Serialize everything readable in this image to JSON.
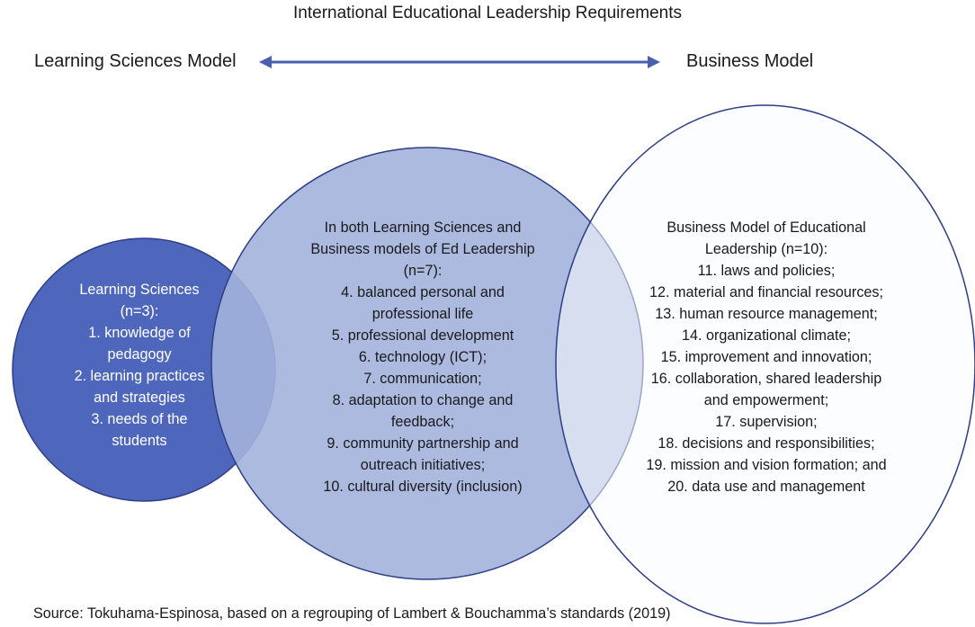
{
  "title": "International Educational Leadership Requirements",
  "models": {
    "left_label": "Learning Sciences Model",
    "right_label": "Business Model"
  },
  "colors": {
    "arrow": "#4a5fb0",
    "left_circle_fill": "#4e67bd",
    "middle_circle_fill": "#a3b2dd",
    "right_circle_fill": "#fafbfe",
    "circle_stroke": "#2d3f86"
  },
  "circles": {
    "learning_sciences": {
      "lines": [
        "Learning Sciences",
        "(n=3):",
        "1. knowledge of",
        "pedagogy",
        "2. learning practices",
        "and strategies",
        "3. needs of the",
        "students"
      ]
    },
    "both": {
      "lines": [
        "In both Learning Sciences and",
        "Business models of Ed Leadership",
        "(n=7):",
        "4. balanced personal and",
        "professional life",
        "5. professional development",
        "6. technology (ICT);",
        "7. communication;",
        "8. adaptation to change and",
        "feedback;",
        "9. community partnership and",
        "outreach initiatives;",
        "10. cultural diversity (inclusion)"
      ]
    },
    "business": {
      "lines": [
        "Business Model of Educational",
        "Leadership (n=10):",
        "11. laws and policies;",
        "12. material and financial resources;",
        "13. human resource management;",
        "14. organizational climate;",
        "15. improvement and innovation;",
        "16. collaboration, shared leadership",
        "and empowerment;",
        "17. supervision;",
        "18. decisions and responsibilities;",
        "19. mission and vision formation; and",
        "20. data use and management"
      ]
    }
  },
  "source": "Source: Tokuhama-Espinosa, based on a regrouping of Lambert & Bouchamma’s standards (2019)"
}
